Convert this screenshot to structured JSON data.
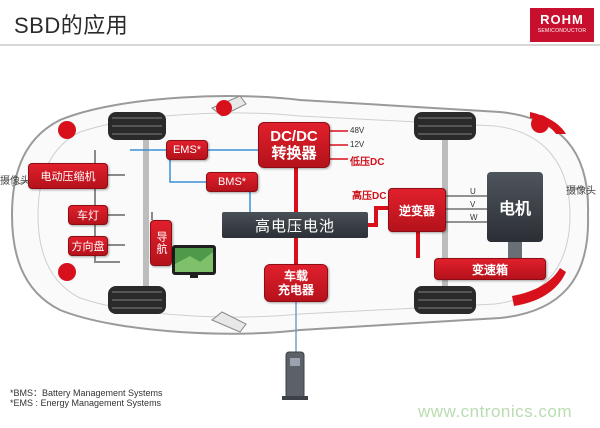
{
  "header": {
    "title": "SBD的应用"
  },
  "logo": {
    "main": "ROHM",
    "sub": "SEMICONDUCTOR"
  },
  "boxes": {
    "ems": "EMS*",
    "bms": "BMS*",
    "dcdc_line1": "DC/DC",
    "dcdc_line2": "转换器",
    "motor_compressor": "电动压缩机",
    "headlight": "车灯",
    "steering": "方向盘",
    "navigation": "导航",
    "battery": "高电压电池",
    "charger_line1": "车载",
    "charger_line2": "充电器",
    "inverter": "逆变器",
    "motor": "电机",
    "gearbox": "变速箱"
  },
  "labels": {
    "v48": "48V",
    "v12": "12V",
    "low_dc": "低压DC",
    "high_dc": "高压DC",
    "phase_u": "U",
    "phase_v": "V",
    "phase_w": "W",
    "camera_left": "摄像头",
    "camera_right": "摄像头"
  },
  "footnotes": {
    "bms": "*BMS：Battery Management Systems",
    "ems": "*EMS : Energy Management Systems"
  },
  "watermark": "www.cntronics.com",
  "colors": {
    "accent": "#d0101b",
    "dark": "#2f3339",
    "line_blue": "#3a8fd6"
  }
}
